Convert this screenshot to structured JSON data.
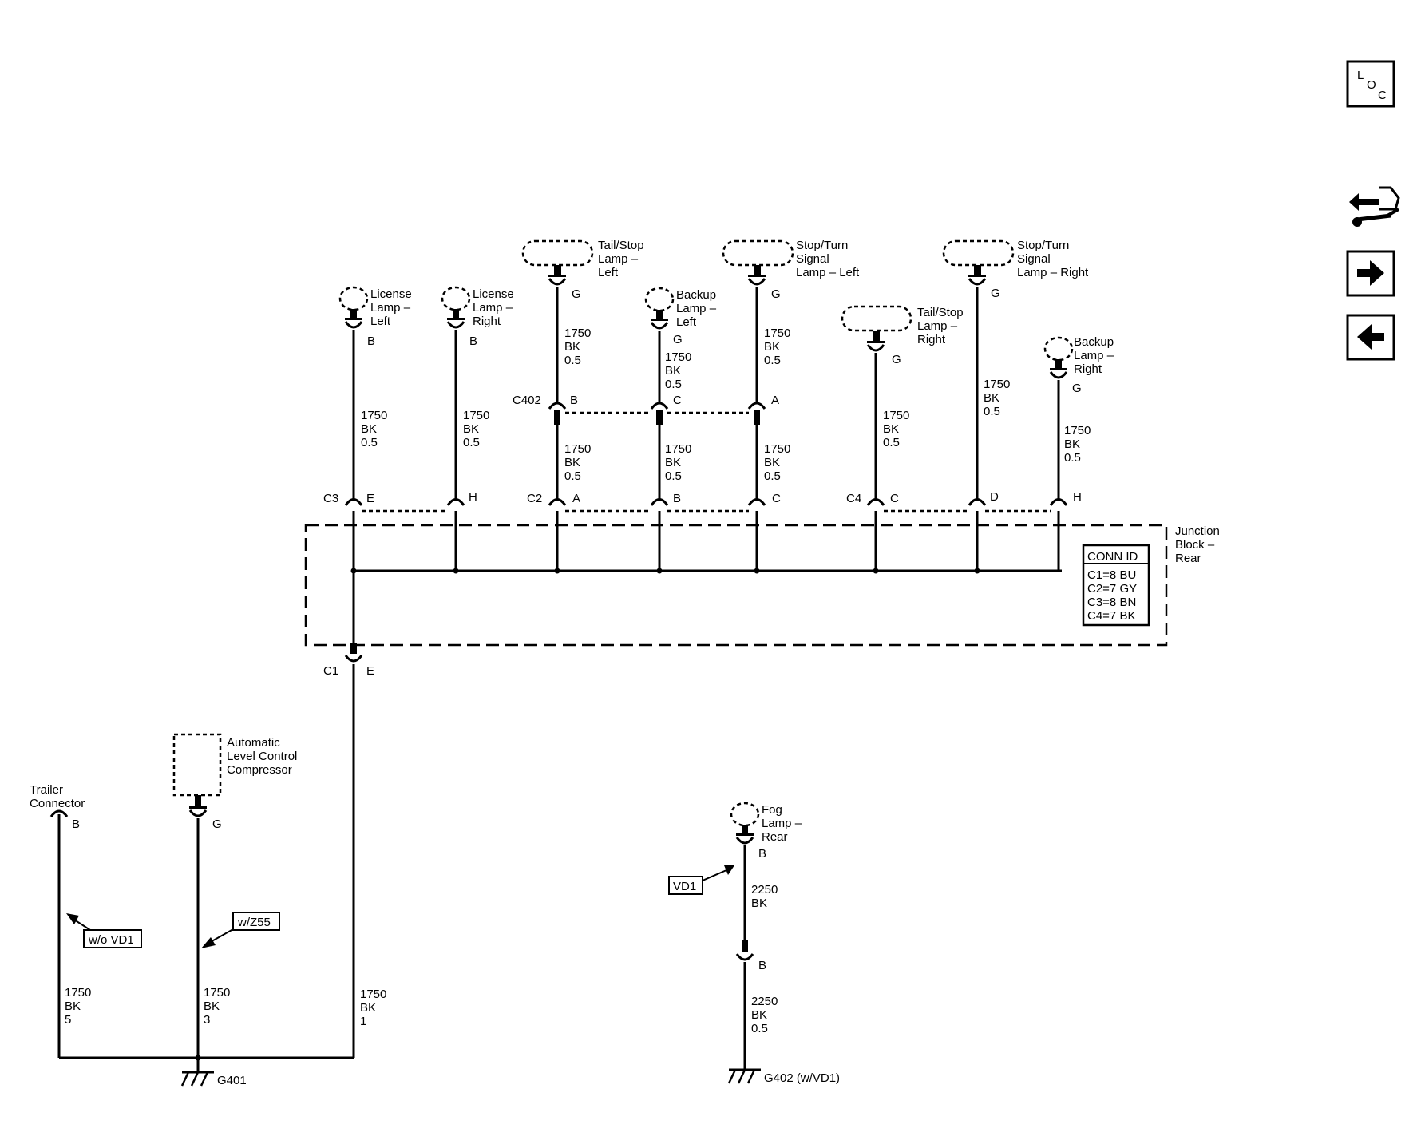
{
  "components": {
    "license_left": [
      "License",
      "Lamp –",
      "Left"
    ],
    "license_right": [
      "License",
      "Lamp –",
      "Right"
    ],
    "tail_stop_left": [
      "Tail/Stop",
      "Lamp –",
      "Left"
    ],
    "backup_left": [
      "Backup",
      "Lamp –",
      "Left"
    ],
    "stop_turn_left": [
      "Stop/Turn",
      "Signal",
      "Lamp – Left"
    ],
    "tail_stop_right": [
      "Tail/Stop",
      "Lamp –",
      "Right"
    ],
    "stop_turn_right": [
      "Stop/Turn",
      "Signal",
      "Lamp – Right"
    ],
    "backup_right": [
      "Backup",
      "Lamp –",
      "Right"
    ],
    "junction_block": [
      "Junction",
      "Block –",
      "Rear"
    ],
    "alc_compressor": [
      "Automatic",
      "Level Control",
      "Compressor"
    ],
    "trailer_connector": [
      "Trailer",
      "Connector"
    ],
    "fog_lamp": [
      "Fog",
      "Lamp –",
      "Rear"
    ]
  },
  "pins": {
    "license_left": "B",
    "license_right": "B",
    "tail_stop_left": "G",
    "backup_left": "G",
    "stop_turn_left": "G",
    "tail_stop_right": "G",
    "stop_turn_right": "G",
    "backup_right": "G",
    "trailer": "B",
    "alc": "G",
    "fog": "B",
    "fog_inline": "B"
  },
  "wires": {
    "w1750_bk_05": [
      "1750",
      "BK",
      "0.5"
    ],
    "trailer_wire": [
      "1750",
      "BK",
      "5"
    ],
    "alc_wire": [
      "1750",
      "BK",
      "3"
    ],
    "main_ground_wire": [
      "1750",
      "BK",
      "1"
    ],
    "fog_upper": [
      "2250",
      "BK"
    ],
    "fog_lower": [
      "2250",
      "BK",
      "0.5"
    ]
  },
  "connectors": {
    "c3": {
      "name": "C3",
      "pins": [
        "E",
        "H"
      ]
    },
    "c2": {
      "name": "C2",
      "pins": [
        "A",
        "B",
        "C"
      ]
    },
    "c402": {
      "name": "C402",
      "pins": [
        "B",
        "C",
        "A"
      ]
    },
    "c4": {
      "name": "C4",
      "pins": [
        "C",
        "D",
        "H"
      ]
    },
    "c1": {
      "name": "C1",
      "pin": "E"
    }
  },
  "conn_id": {
    "title": "CONN ID",
    "rows": [
      "C1=8 BU",
      "C2=7 GY",
      "C3=8 BN",
      "C4=7 BK"
    ]
  },
  "options": {
    "wo_vd1": "w/o VD1",
    "w_z55": "w/Z55",
    "vd1": "VD1"
  },
  "grounds": {
    "g401": "G401",
    "g402": "G402 (w/VD1)"
  },
  "nav": {
    "loc": [
      "L",
      "O",
      "C"
    ],
    "icons": [
      "connector-swap-icon",
      "arrow-right-icon",
      "arrow-left-icon"
    ]
  }
}
